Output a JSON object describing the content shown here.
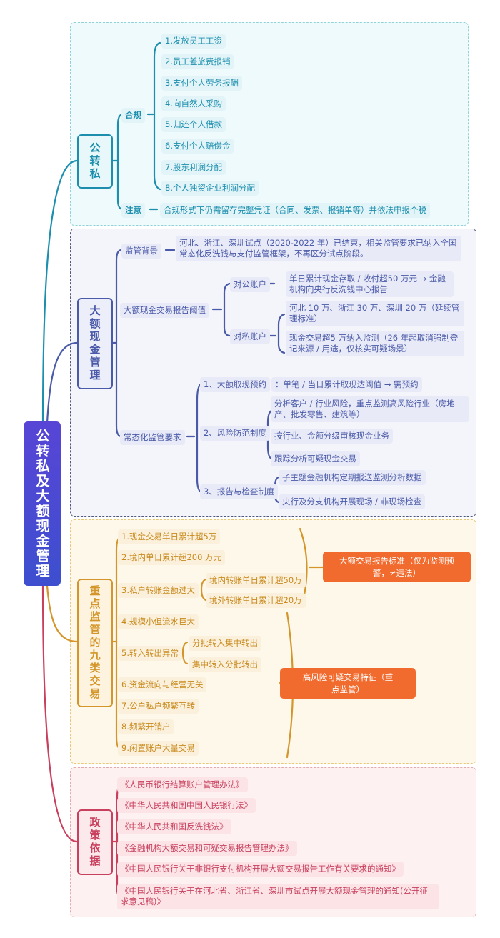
{
  "root": "公转私及大额现金管理",
  "colors": {
    "teal": "#1c8fae",
    "navy": "#4a5aa8",
    "orange": "#d4962a",
    "red": "#c8405e",
    "accent": "#f26b2e",
    "root": "#5040d0"
  },
  "s1": {
    "title": "公转私",
    "compliance": "合规",
    "items": [
      "1.发放员工工资",
      "2.员工差旅费报销",
      "3.支付个人劳务报酬",
      "4.向自然人采购",
      "5.归还个人借款",
      "6.支付个人赔偿金",
      "7.股东利润分配",
      "8.个人独资企业利润分配"
    ],
    "note_label": "注意",
    "note": "合规形式下仍需留存完整凭证（合同、发票、报销单等）并依法申报个税"
  },
  "s2": {
    "title": "大额现金管理",
    "background_label": "监管背景",
    "background": "河北、浙江、深圳试点（2020-2022 年）已结束，相关监管要求已纳入全国常态化反洗钱与支付监管框架，不再区分试点阶段。",
    "threshold_label": "大额现金交易报告阈值",
    "corp_label": "对公账户",
    "corp": "单日累计现金存取 / 收付超50 万元 → 金融机构向央行反洗钱中心报告",
    "priv_label": "对私账户",
    "priv": [
      "河北 10 万、浙江 30 万、深圳 20 万（延续管理标准）",
      "现金交易超5 万纳入监测（26 年起取消强制登记来源 / 用途，仅核实可疑场景）"
    ],
    "normal_label": "常态化监管要求",
    "r1_label": "1、大额取现预约",
    "r1": "：单笔 / 当日累计取现达阈值 → 需预约",
    "r2_label": "2、风险防范制度",
    "r2": [
      "分析客户 / 行业风险，重点监测高风险行业（房地产、批发零售、建筑等）",
      "按行业、金额分级审核现金业务",
      "跟踪分析可疑现金交易"
    ],
    "r3_label": "3、报告与检查制度",
    "r3": [
      "子主题金融机构定期报送监测分析数据",
      "央行及分支机构开展现场 / 非现场检查"
    ]
  },
  "s3": {
    "title": "重点监管的九类交易",
    "items": [
      "1.现金交易单日累计超5万",
      "2.境内单日累计超200 万元",
      "3.私户转账金额过大",
      "4.规模小但流水巨大",
      "5.转入转出异常",
      "6.资金流向与经营无关",
      "7.公户私户频繁互转",
      "8.频繁开销户",
      "9.闲置账户大量交易"
    ],
    "sub3": [
      "境内转账单日累计超50万",
      "境外转账单日累计超20万"
    ],
    "sub5": [
      "分批转入集中转出",
      "集中转入分批转出"
    ],
    "box1": "大额交易报告标准（仅为监测预警，≠违法）",
    "box2": "高风险可疑交易特征（重点监管）"
  },
  "s4": {
    "title": "政策依据",
    "items": [
      "《人民币银行结算账户管理办法》",
      "《中华人民共和国中国人民银行法》",
      "《中华人民共和国反洗钱法》",
      "《金融机构大额交易和可疑交易报告管理办法》",
      "《中国人民银行关于非银行支付机构开展大额交易报告工作有关要求的通知》",
      "《中国人民银行关于在河北省、浙江省、深圳市试点开展大额现金管理的通知(公开征求意见稿)》"
    ]
  }
}
